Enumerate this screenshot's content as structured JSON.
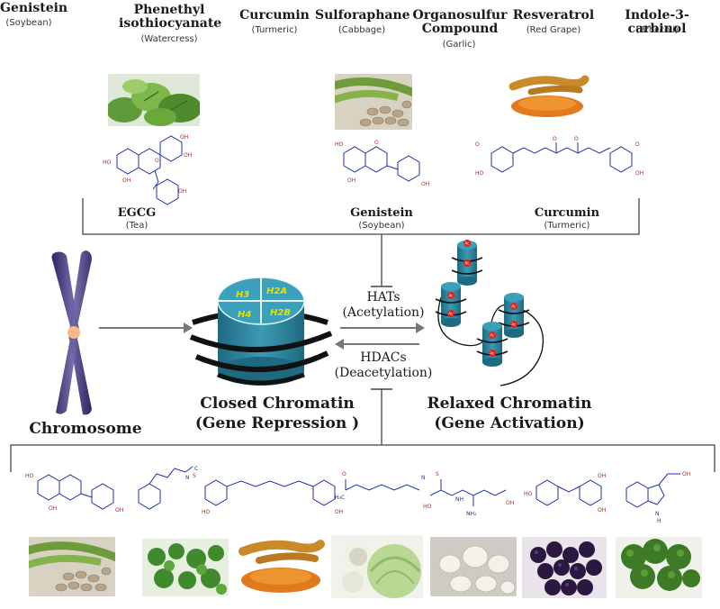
{
  "top_compounds": [
    {
      "name": "Genistein",
      "source": "(Soybean)"
    },
    {
      "name": "Phenethyl isothiocyanate",
      "name_line1": "Phenethyl",
      "name_line2": "isothiocyanate",
      "source": "(Watercress)"
    },
    {
      "name": "Curcumin",
      "source": "(Turmeric)"
    },
    {
      "name": "Sulforaphane",
      "source": "(Cabbage)"
    },
    {
      "name": "Organosulfur Compound",
      "name_line1": "Organosulfur",
      "name_line2": "Compound",
      "source": "(Garlic)"
    },
    {
      "name": "Resveratrol",
      "source": "(Red Grape)"
    },
    {
      "name": "Indole-3-carbinol",
      "source": "(Broccoli)"
    }
  ],
  "mid_compounds": [
    {
      "name": "EGCG",
      "source": "(Tea)"
    },
    {
      "name": "Genistein",
      "source": "(Soybean)"
    },
    {
      "name": "Curcumin",
      "source": "(Turmeric)"
    }
  ],
  "histones": [
    "H3",
    "H2A",
    "H4",
    "H2B"
  ],
  "acetyl_mark": "Ac",
  "enzymes": {
    "hats": "HATs",
    "acetylation": "(Acetylation)",
    "hdacs": "HDACs",
    "deacetylation": "(Deacetylation)"
  },
  "labels": {
    "chromosome": "Chromosome",
    "closed_line1": "Closed Chromatin",
    "closed_line2": "(Gene Repression )",
    "relaxed_line1": "Relaxed Chromatin",
    "relaxed_line2": "(Gene Activation)"
  },
  "molecule_atoms": {
    "oh": "OH",
    "ho": "HO",
    "o": "O",
    "n": "N",
    "s": "S",
    "c": "C",
    "nh": "NH",
    "nh2": "NH₂",
    "h": "H",
    "h3c": "H₃C"
  },
  "colors": {
    "structure_blue": "#1f2fb0",
    "structure_red": "#d01818",
    "histone_teal": "#2a7d95",
    "histone_label": "#e8e000",
    "acetyl_red": "#e0201c",
    "arrow_gray": "#777777",
    "chromosome_purple": "#4b3f86"
  }
}
